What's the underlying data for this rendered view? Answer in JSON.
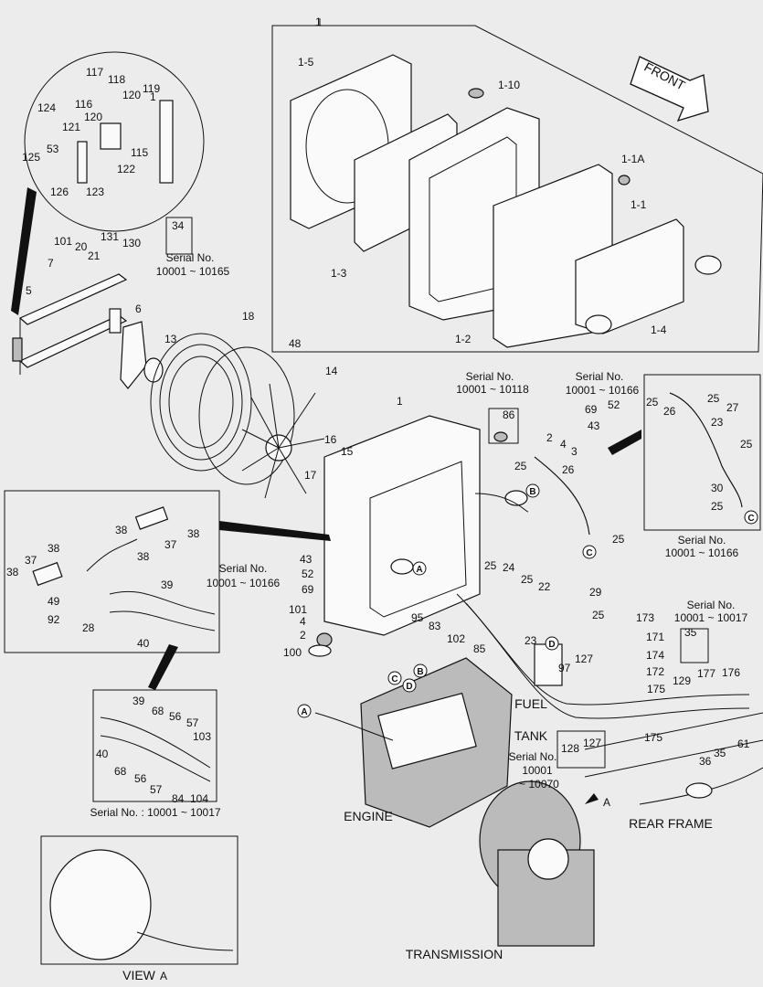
{
  "callouts": [
    {
      "t": "1"
    },
    {
      "t": "1-5"
    },
    {
      "t": "1-10"
    },
    {
      "t": "1-1A"
    },
    {
      "t": "1-1"
    },
    {
      "t": "1-3"
    },
    {
      "t": "1-2"
    },
    {
      "t": "1-4"
    },
    {
      "t": "117"
    },
    {
      "t": "118"
    },
    {
      "t": "116"
    },
    {
      "t": "120"
    },
    {
      "t": "119"
    },
    {
      "t": "1"
    },
    {
      "t": "124"
    },
    {
      "t": "121"
    },
    {
      "t": "120"
    },
    {
      "t": "53"
    },
    {
      "t": "115"
    },
    {
      "t": "125"
    },
    {
      "t": "122"
    },
    {
      "t": "126"
    },
    {
      "t": "123"
    },
    {
      "t": "34"
    },
    {
      "t": "101"
    },
    {
      "t": "20"
    },
    {
      "t": "131"
    },
    {
      "t": "130"
    },
    {
      "t": "21"
    },
    {
      "t": "7"
    },
    {
      "t": "5"
    },
    {
      "t": "6"
    },
    {
      "t": "18"
    },
    {
      "t": "13"
    },
    {
      "t": "48"
    },
    {
      "t": "14"
    },
    {
      "t": "16"
    },
    {
      "t": "15"
    },
    {
      "t": "17"
    },
    {
      "t": "1"
    },
    {
      "t": "86"
    },
    {
      "t": "69"
    },
    {
      "t": "52"
    },
    {
      "t": "43"
    },
    {
      "t": "2"
    },
    {
      "t": "4"
    },
    {
      "t": "3"
    },
    {
      "t": "25"
    },
    {
      "t": "26"
    },
    {
      "t": "25"
    },
    {
      "t": "25"
    },
    {
      "t": "25"
    },
    {
      "t": "26"
    },
    {
      "t": "27"
    },
    {
      "t": "23"
    },
    {
      "t": "25"
    },
    {
      "t": "30"
    },
    {
      "t": "25"
    },
    {
      "t": "38"
    },
    {
      "t": "38"
    },
    {
      "t": "37"
    },
    {
      "t": "37"
    },
    {
      "t": "38"
    },
    {
      "t": "38"
    },
    {
      "t": "38"
    },
    {
      "t": "49"
    },
    {
      "t": "92"
    },
    {
      "t": "28"
    },
    {
      "t": "39"
    },
    {
      "t": "40"
    },
    {
      "t": "43"
    },
    {
      "t": "52"
    },
    {
      "t": "69"
    },
    {
      "t": "101"
    },
    {
      "t": "4"
    },
    {
      "t": "2"
    },
    {
      "t": "100"
    },
    {
      "t": "25"
    },
    {
      "t": "24"
    },
    {
      "t": "25"
    },
    {
      "t": "22"
    },
    {
      "t": "29"
    },
    {
      "t": "25"
    },
    {
      "t": "95"
    },
    {
      "t": "83"
    },
    {
      "t": "102"
    },
    {
      "t": "85"
    },
    {
      "t": "23"
    },
    {
      "t": "97"
    },
    {
      "t": "127"
    },
    {
      "t": "173"
    },
    {
      "t": "35"
    },
    {
      "t": "171"
    },
    {
      "t": "174"
    },
    {
      "t": "172"
    },
    {
      "t": "175"
    },
    {
      "t": "129"
    },
    {
      "t": "177"
    },
    {
      "t": "176"
    },
    {
      "t": "175"
    },
    {
      "t": "61"
    },
    {
      "t": "35"
    },
    {
      "t": "36"
    },
    {
      "t": "127"
    },
    {
      "t": "128"
    },
    {
      "t": "39"
    },
    {
      "t": "68"
    },
    {
      "t": "56"
    },
    {
      "t": "57"
    },
    {
      "t": "103"
    },
    {
      "t": "40"
    },
    {
      "t": "68"
    },
    {
      "t": "56"
    },
    {
      "t": "57"
    },
    {
      "t": "84"
    },
    {
      "t": "104"
    }
  ],
  "circled": [
    {
      "t": "B"
    },
    {
      "t": "C"
    },
    {
      "t": "C"
    },
    {
      "t": "A"
    },
    {
      "t": "D"
    },
    {
      "t": "C"
    },
    {
      "t": "B"
    },
    {
      "t": "D"
    },
    {
      "t": "A"
    },
    {
      "t": "A"
    }
  ],
  "texts": [
    {
      "t": "Serial No."
    },
    {
      "t": "10001 ~ 10165"
    },
    {
      "t": "Serial No."
    },
    {
      "t": "10001 ~ 10118"
    },
    {
      "t": "Serial No."
    },
    {
      "t": "10001 ~ 10166"
    },
    {
      "t": "Serial No."
    },
    {
      "t": "10001 ~ 10166"
    },
    {
      "t": "Serial No."
    },
    {
      "t": "10001 ~ 10166"
    },
    {
      "t": "Serial No."
    },
    {
      "t": "10001 ~ 10017"
    },
    {
      "t": "Serial No. : 10001 ~ 10017"
    },
    {
      "t": "Serial No."
    },
    {
      "t": "10001"
    },
    {
      "t": "~ 10070"
    },
    {
      "t": "FUEL"
    },
    {
      "t": "TANK"
    },
    {
      "t": "ENGINE"
    },
    {
      "t": "REAR FRAME"
    },
    {
      "t": "TRANSMISSION"
    },
    {
      "t": "VIEW"
    },
    {
      "t": "A"
    },
    {
      "t": "A"
    },
    {
      "t": "FRONT"
    }
  ]
}
